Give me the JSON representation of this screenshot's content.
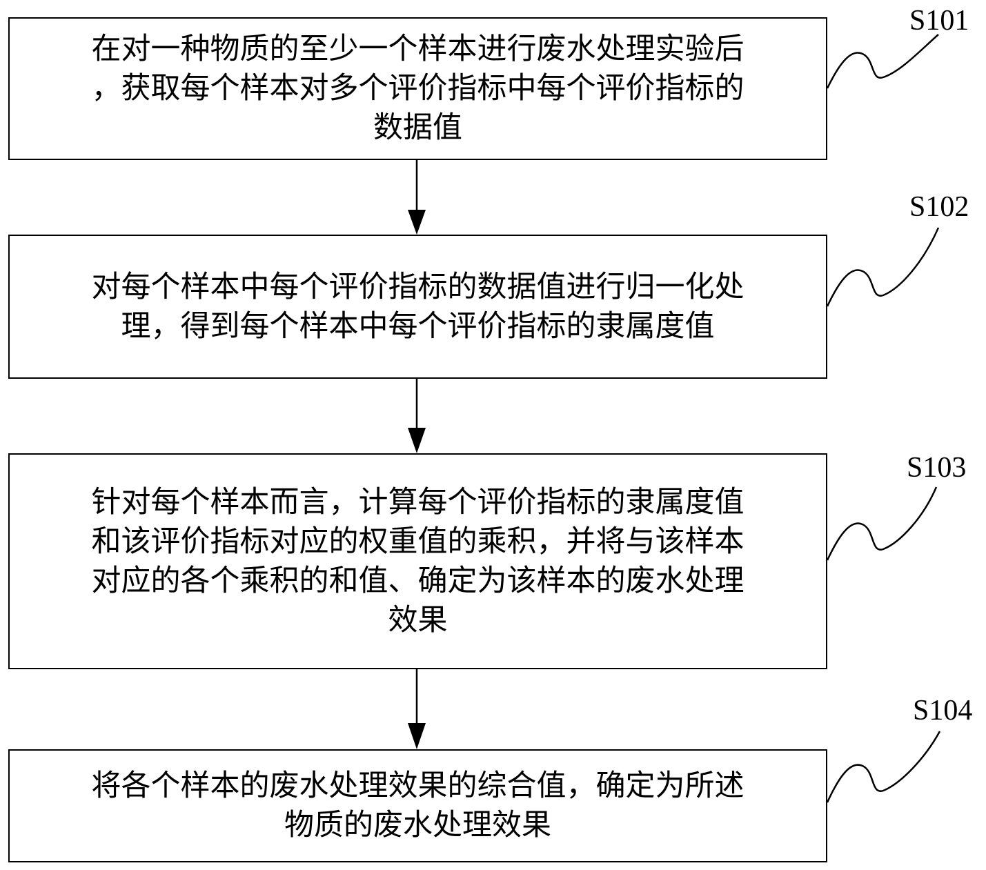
{
  "steps": [
    {
      "id": "S101",
      "lines": [
        "在对一种物质的至少一个样本进行废水处理实验后",
        "，获取每个样本对多个评价指标中每个评价指标的",
        "数据值"
      ]
    },
    {
      "id": "S102",
      "lines": [
        "对每个样本中每个评价指标的数据值进行归一化处",
        "理，得到每个样本中每个评价指标的隶属度值"
      ]
    },
    {
      "id": "S103",
      "lines": [
        "针对每个样本而言，计算每个评价指标的隶属度值",
        "和该评价指标对应的权重值的乘积，并将与该样本",
        "对应的各个乘积的和值、确定为该样本的废水处理",
        "效果"
      ]
    },
    {
      "id": "S104",
      "lines": [
        "将各个样本的废水处理效果的综合值，确定为所述",
        "物质的废水处理效果"
      ]
    }
  ]
}
